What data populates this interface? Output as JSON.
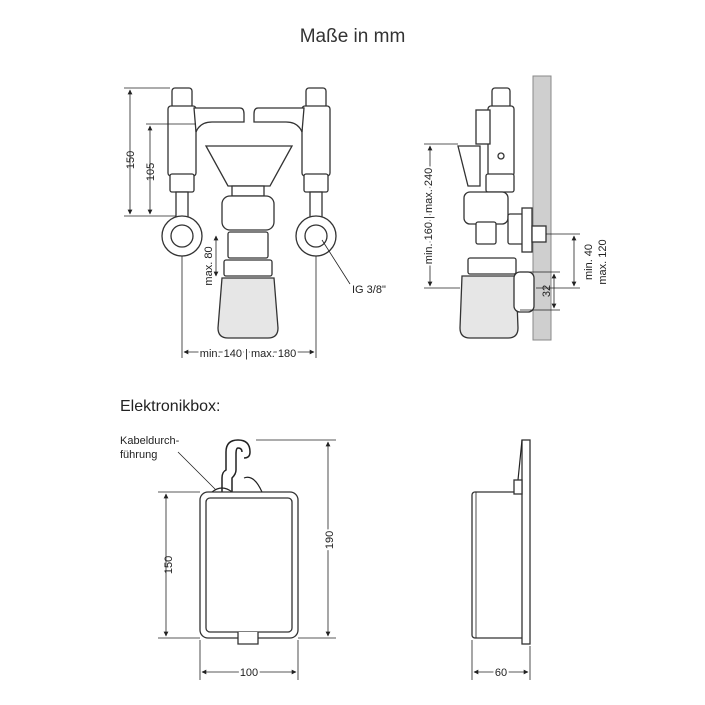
{
  "title": "Maße in mm",
  "section_title": "Elektronikbox:",
  "top_front": {
    "dim_height_total": "150",
    "dim_height_inner": "105",
    "dim_drain": "max. 80",
    "dim_width": "min. 140 | max. 180",
    "thread_label": "IG 3/8\""
  },
  "top_side": {
    "dim_vertical": "min. 160 | max. 240",
    "dim_wall": "min. 40",
    "dim_wall_max": "max. 120",
    "dim_32": "32"
  },
  "box_front": {
    "cable_label_1": "Kabeldurch-",
    "cable_label_2": "führung",
    "dim_inner_height": "150",
    "dim_total_height": "190",
    "dim_width": "100"
  },
  "box_side": {
    "dim_depth": "60"
  }
}
